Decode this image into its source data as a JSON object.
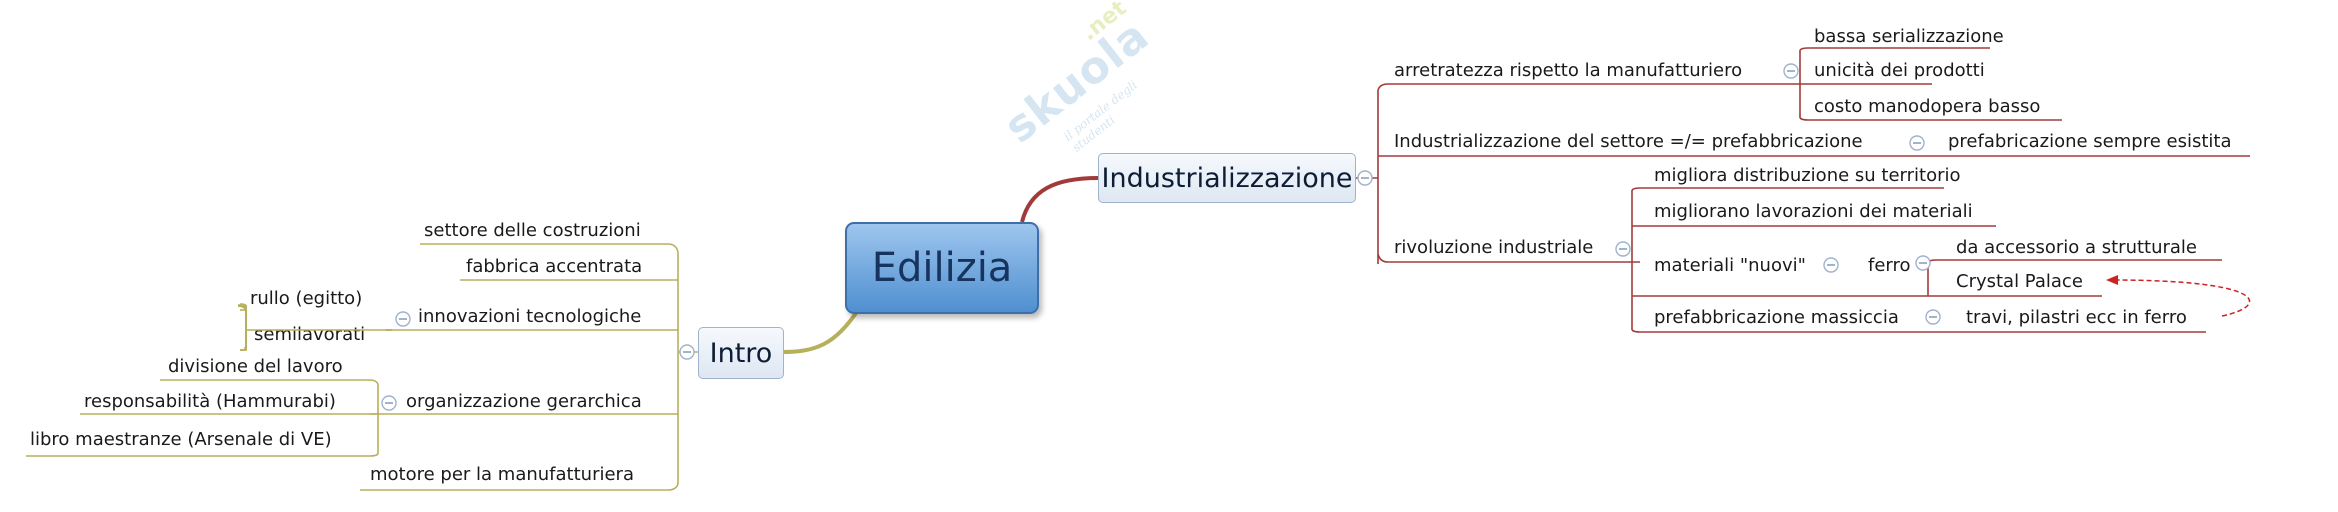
{
  "central": "Edilizia",
  "watermark": {
    "brand": "skuola",
    "suffix": ".net",
    "tagline": "il portale degli studenti"
  },
  "industrializzazione": {
    "label": "Industrializzazione",
    "arretratezza": {
      "label": "arretratezza rispetto la manufatturiero",
      "children": [
        "bassa serializzazione",
        "unicità dei prodotti",
        "costo manodopera basso"
      ]
    },
    "settore": {
      "label": "Industrializzazione del settore =/= prefabbricazione",
      "child": "prefabricazione sempre esistita"
    },
    "rivoluzione": {
      "label": "rivoluzione industriale",
      "children": {
        "distribuzione": "migliora distribuzione su territorio",
        "lavorazioni": "migliorano lavorazioni dei materiali",
        "materiali": "materiali \"nuovi\"",
        "ferro": "ferro",
        "ferro_children": [
          "da accessorio a strutturale",
          "Crystal Palace"
        ],
        "prefabbricazione": "prefabbricazione massiccia",
        "travi": "travi, pilastri ecc in ferro"
      }
    }
  },
  "intro": {
    "label": "Intro",
    "settore": "settore delle costruzioni",
    "fabbrica": "fabbrica accentrata",
    "innovazioni": {
      "label": "innovazioni tecnologiche",
      "children": [
        "rullo (egitto)",
        "semilavorati"
      ]
    },
    "organizzazione": {
      "label": "organizzazione gerarchica",
      "children": [
        "divisione del lavoro",
        "responsabilità (Hammurabi)",
        "libro maestranze (Arsenale di VE)"
      ]
    },
    "motore": "motore per la manufatturiera"
  },
  "colors": {
    "right_branch": "#a33a3a",
    "left_branch": "#b7b05a",
    "link": "#cc2222",
    "central_fill": "#6fa4da"
  }
}
